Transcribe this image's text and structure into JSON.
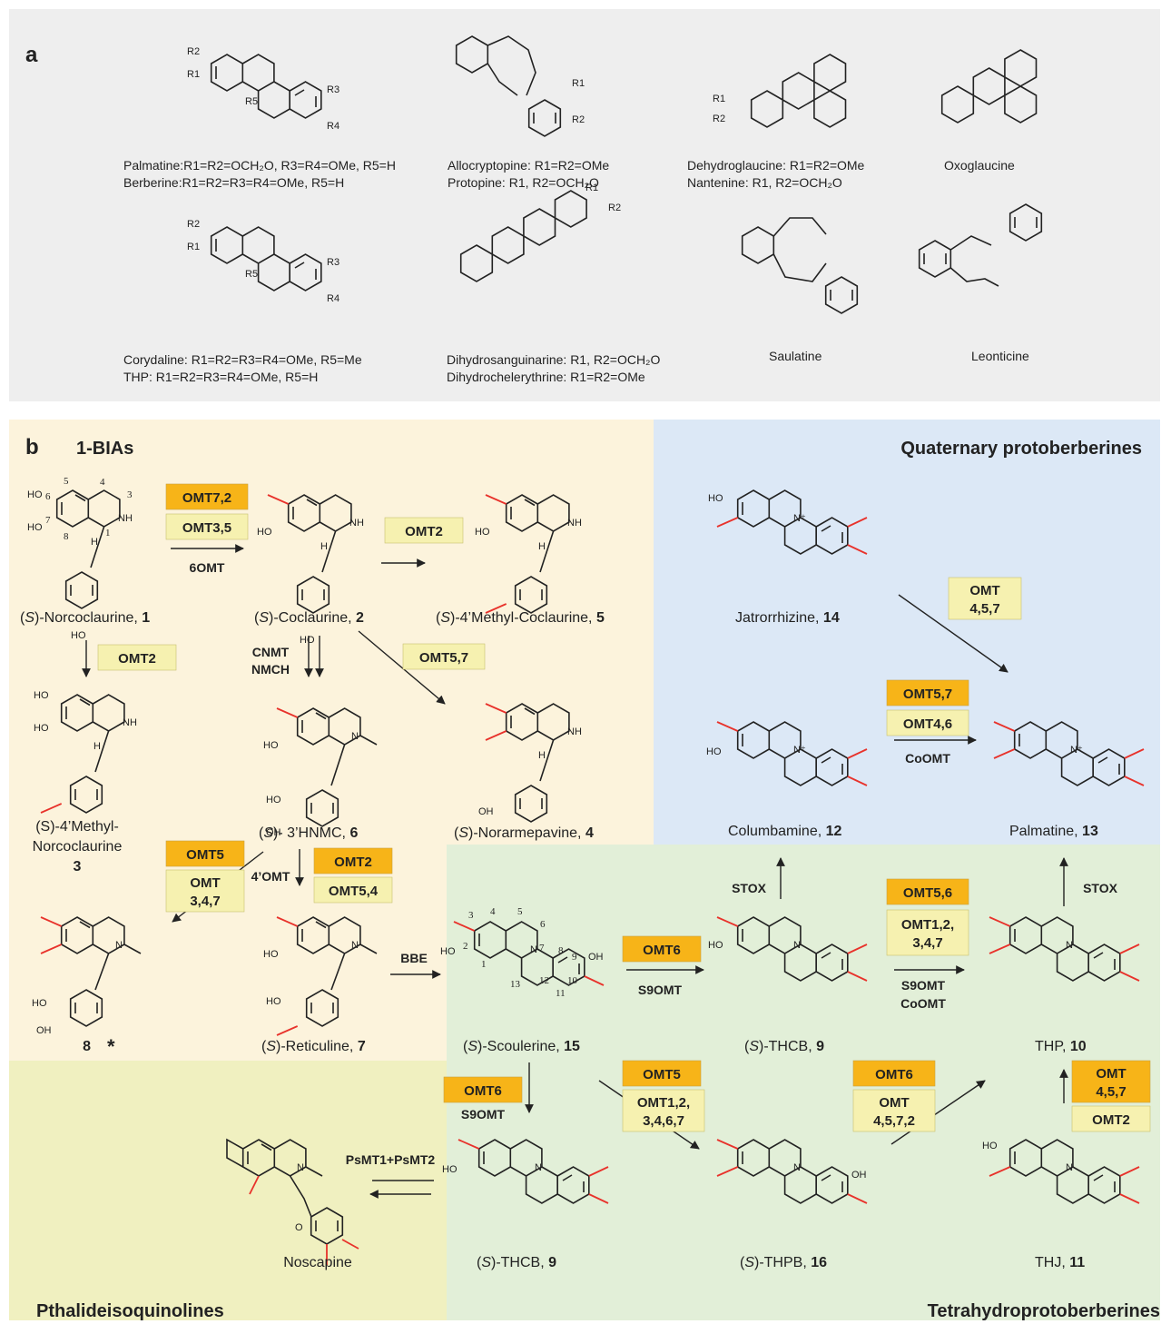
{
  "panels": {
    "a": {
      "label": "a"
    },
    "b": {
      "label": "b"
    }
  },
  "colors": {
    "panel_a_bg": "#eeeeee",
    "bia_bg": "#fcf3dc",
    "quaternary_bg": "#dce8f6",
    "thpb_bg": "#e2efd8",
    "pthalide_bg": "#f0f0c0",
    "enzyme_orange": "#f7b418",
    "enzyme_yellow": "#f6f1b0",
    "methyl_red": "#e8322b"
  },
  "panel_a": {
    "compounds": [
      {
        "id": "palmatine-berberine",
        "lines": [
          "Palmatine:R1=R2=OCH₂O,  R3=R4=OMe,  R5=H",
          "Berberine:R1=R2=R3=R4=OMe,  R5=H"
        ]
      },
      {
        "id": "allocryptopine-protopine",
        "lines": [
          "Allocryptopine:  R1=R2=OMe",
          "Protopine: R1, R2=OCH₂O"
        ]
      },
      {
        "id": "dehydroglaucine-nantenine",
        "lines": [
          "Dehydroglaucine:  R1=R2=OMe",
          "Nantenine:  R1, R2=OCH₂O"
        ]
      },
      {
        "id": "oxoglaucine",
        "lines": [
          "Oxoglaucine"
        ]
      },
      {
        "id": "corydaline-thp",
        "lines": [
          "Corydaline:  R1=R2=R3=R4=OMe,  R5=Me",
          "THP:  R1=R2=R3=R4=OMe,  R5=H"
        ]
      },
      {
        "id": "dihydrosanguinarine",
        "lines": [
          "Dihydrosanguinarine:  R1, R2=OCH₂O",
          "Dihydrochelerythrine:  R1=R2=OMe"
        ]
      },
      {
        "id": "saulatine",
        "lines": [
          "Saulatine"
        ]
      },
      {
        "id": "leonticine",
        "lines": [
          "Leonticine"
        ]
      }
    ],
    "r_groups": [
      "R1",
      "R2",
      "R3",
      "R4",
      "R5"
    ]
  },
  "panel_b": {
    "regions": {
      "bia": "1-BIAs",
      "quaternary": "Quaternary protoberberines",
      "thpb": "Tetrahydroprotoberberines",
      "pthalide": "Pthalideisoquinolines"
    },
    "compounds": {
      "c1": {
        "pre": "(",
        "italic": "S",
        "post": ")-Norcoclaurine, ",
        "num": "1"
      },
      "c2": {
        "pre": "(",
        "italic": "S",
        "post": ")-Coclaurine, ",
        "num": "2"
      },
      "c5": {
        "pre": "(",
        "italic": "S",
        "post": ")-4’Methyl-Coclaurine, ",
        "num": "5"
      },
      "c3a": "(S)-4’Methyl-",
      "c3b": "Norcoclaurine",
      "c3num": "3",
      "c6": {
        "pre": "(",
        "italic": "S",
        "post": ")- 3’HNMC, ",
        "num": "6"
      },
      "c4": {
        "pre": "(",
        "italic": "S",
        "post": ")-Norarmepavine, ",
        "num": "4"
      },
      "c8": "8",
      "c8star": "*",
      "c7": {
        "pre": "(",
        "italic": "S",
        "post": ")-Reticuline, ",
        "num": "7"
      },
      "c14": {
        "name": "Jatrorrhizine, ",
        "num": "14"
      },
      "c12": {
        "name": "Columbamine, ",
        "num": "12"
      },
      "c13": {
        "name": "Palmatine, ",
        "num": "13"
      },
      "c15": {
        "pre": "(",
        "italic": "S",
        "post": ")-Scoulerine, ",
        "num": "15"
      },
      "c9a": {
        "pre": "(",
        "italic": "S",
        "post": ")-THCB, ",
        "num": "9"
      },
      "c10": {
        "name": "THP, ",
        "num": "10"
      },
      "c9b": {
        "pre": "(",
        "italic": "S",
        "post": ")-THCB, ",
        "num": "9"
      },
      "c16": {
        "pre": "(",
        "italic": "S",
        "post": ")-THPB, ",
        "num": "16"
      },
      "c11": {
        "name": "THJ, ",
        "num": "11"
      },
      "noscapine": "Noscapine"
    },
    "atoms": {
      "HO": "HO",
      "OH": "OH",
      "NH": "NH",
      "N": "N",
      "H": "H",
      "Nplus": "N⁺",
      "O": "O"
    },
    "enzymes": {
      "omt72": "OMT7,2",
      "omt35": "OMT3,5",
      "omt2_top": "OMT2",
      "omt2_left": "OMT2",
      "omt57_a": "OMT5,7",
      "omt457_q": [
        "OMT",
        "4,5,7"
      ],
      "omt57_b": "OMT5,7",
      "omt46": "OMT4,6",
      "omt5_a": "OMT5",
      "omt347": [
        "OMT",
        "3,4,7"
      ],
      "omt2_b": "OMT2",
      "omt54": "OMT5,4",
      "omt6_a": "OMT6",
      "omt56": "OMT5,6",
      "omt12347": [
        "OMT1,2,",
        "3,4,7"
      ],
      "omt6_b": "OMT6",
      "omt5_b": "OMT5",
      "omt123467": [
        "OMT1,2,",
        "3,4,6,7"
      ],
      "omt6_c": "OMT6",
      "omt4572": [
        "OMT",
        "4,5,7,2"
      ],
      "omt457_c": [
        "OMT",
        "4,5,7"
      ],
      "omt2_c": "OMT2"
    },
    "arrow_labels": {
      "sixomt": "6OMT",
      "cnmt": "CNMT",
      "nmch": "NMCH",
      "fouromt": "4’OMT",
      "bbe": "BBE",
      "s9omt_a": "S9OMT",
      "s9omt_b": "S9OMT",
      "coomt_a": "CoOMT",
      "s9omt_c": "S9OMT",
      "coomt_b": "CoOMT",
      "stox_a": "STOX",
      "stox_b": "STOX",
      "psmt": "PsMT1+PsMT2"
    },
    "ring_numbers": [
      "1",
      "2",
      "3",
      "4",
      "5",
      "6",
      "7",
      "8",
      "9",
      "10",
      "11",
      "12",
      "13"
    ]
  }
}
